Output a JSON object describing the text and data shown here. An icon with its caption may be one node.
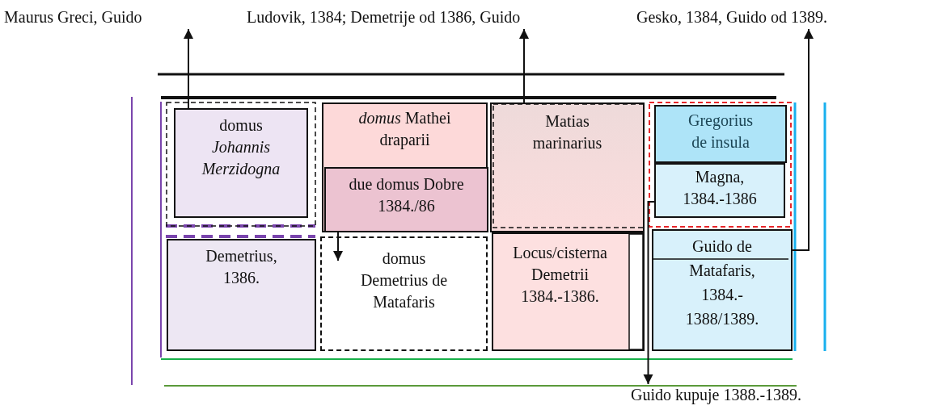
{
  "diagram": {
    "nodes": [
      {
        "text": [
          "Maurus Greci, Guido"
        ]
      },
      {
        "text": [
          "Ludovik, 1384; Demetrije od 1386, Guido"
        ]
      },
      {
        "text": [
          "Gesko, 1384, Guido od 1389."
        ]
      },
      {
        "text": [
          "domus *Johannis Merzidogna*"
        ]
      },
      {
        "text": [
          "*domus* Mathei draparii"
        ]
      },
      {
        "text": [
          "due domus Dobre 1384./86"
        ],
        "in": 4
      },
      {
        "text": [
          "Matias marinarius"
        ]
      },
      {
        "text": [
          "Gregorius de insula"
        ]
      },
      {
        "text": [
          "Magna, 1384.-1386"
        ]
      },
      {
        "text": [
          "Demetrius, 1386."
        ]
      },
      {
        "text": [
          "domus Demetrius de Matafaris"
        ]
      },
      {
        "text": [
          "Locus/cisterna Demetrii 1384.-1386."
        ]
      },
      {
        "text": [
          "Guido de Matafaris, 1384.- 1388/1389."
        ]
      },
      {
        "text": [
          "Guido kupuje 1388.-1389."
        ]
      }
    ],
    "edges": [
      {
        "from": 3,
        "to": 0,
        "arrow": "to"
      },
      {
        "from": 6,
        "to": 1,
        "arrow": "to"
      },
      {
        "from": 12,
        "to": 2,
        "arrow": "to"
      },
      {
        "from": 8,
        "to": 13,
        "arrow": "to"
      },
      {
        "from": 5,
        "to": 10,
        "arrow": "to"
      }
    ]
  }
}
